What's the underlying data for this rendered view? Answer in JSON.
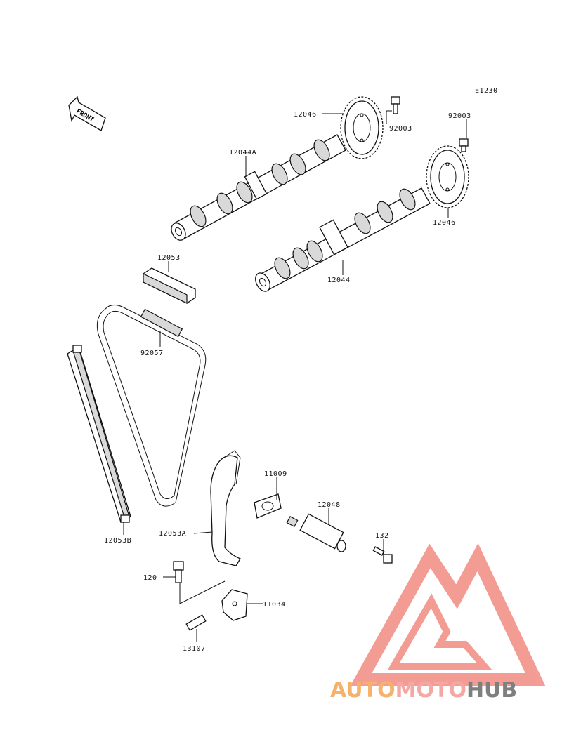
{
  "diagram": {
    "ref_code": "E1230",
    "front_label": "FRONT",
    "parts": {
      "sprocket_upper": "12046",
      "bolt_upper": "92003",
      "bolt_right": "92003",
      "camshaft_a": "12044A",
      "sprocket_right": "12046",
      "camshaft": "12044",
      "guide_top": "12053",
      "chain": "92057",
      "guide_b": "12053B",
      "gasket": "11009",
      "tensioner": "12048",
      "tensioner_bolt": "132",
      "guide_a": "12053A",
      "bolt_lower": "120",
      "bracket": "11034",
      "pin": "13107"
    }
  },
  "watermark": {
    "part1": "AUTO",
    "part2": "MOTO",
    "part3": "HUB",
    "color1": "#f6b26b",
    "color2": "#f4a7a3",
    "color3": "#7f7f7f",
    "logo_color": "#f28b82"
  }
}
